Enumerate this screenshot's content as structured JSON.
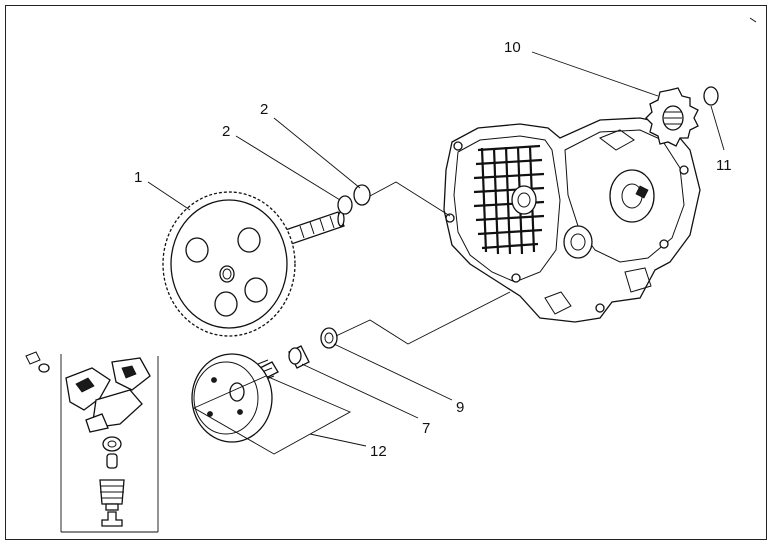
{
  "diagram": {
    "callouts": [
      {
        "id": "1",
        "text": "1"
      },
      {
        "id": "2a",
        "text": "2"
      },
      {
        "id": "2b",
        "text": "2"
      },
      {
        "id": "7",
        "text": "7"
      },
      {
        "id": "9",
        "text": "9"
      },
      {
        "id": "10",
        "text": "10"
      },
      {
        "id": "11",
        "text": "11"
      },
      {
        "id": "12",
        "text": "12"
      }
    ]
  }
}
